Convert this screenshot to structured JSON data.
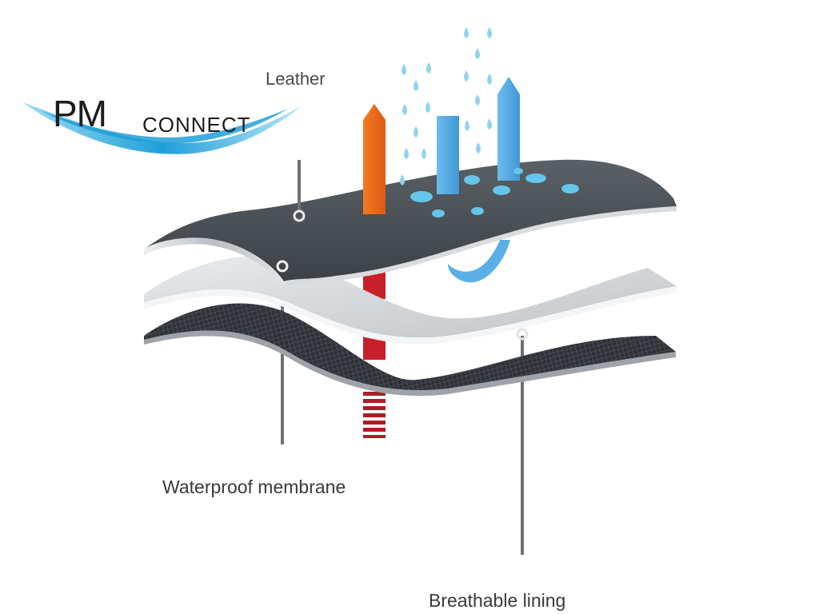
{
  "labels": {
    "leather": "Leather",
    "waterproof_membrane": "Waterproof membrane",
    "breathable_lining": "Breathable lining"
  },
  "logo": {
    "text_pm": "PM",
    "text_connect": "CONNECT",
    "swoosh_color": "#1f9fd8"
  },
  "colors": {
    "leather_layer": "#4a5054",
    "membrane_layer": "#d6d9dc",
    "lining_layer": "#3e4246",
    "heat_arrow": "#ef6a1f",
    "vapor_arrow": "#5ab0e6",
    "water_drop": "#64c6ea",
    "heat_trail": "#c8202a",
    "leader_line": "#6e7275"
  }
}
